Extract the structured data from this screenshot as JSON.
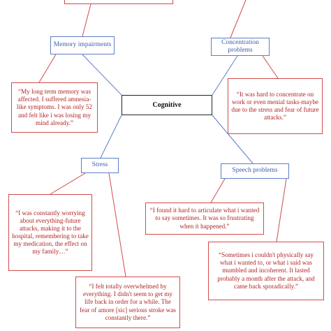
{
  "diagram": {
    "center": {
      "label": "Cognitive"
    },
    "categories": {
      "memory": {
        "label": "Memory impairments"
      },
      "concentration": {
        "label": "Concentration problems"
      },
      "stress": {
        "label": "Stress"
      },
      "speech": {
        "label": "Speech problems"
      }
    },
    "quotes": {
      "memory": "“My long term memory was affected. I suffered amnesia-like symptoms. I was only 52 and felt like i was losing my mind already.”",
      "concentration": "“It was hard to concentrate on work or even menial tasks-maybe due to the stress and fear of future attacks.”",
      "stress_1": "“I was constantly worrying about everything-future attacks, making it to the hospital, remembering to take my medication, the effect on my family…”",
      "stress_2": "“I felt totally overwhelmed by everything. I didn't seem to get my life back in order for a while. The fear of amore [sic] serious stroke was constantly there.”",
      "speech_1": "“I found it hard to articulate what i wanted to say sometimes. It was so frustrating when it happened.”",
      "speech_2": "“Sometimes i couldn't physically say what i wanted to, or what i said was mumbled and incoherent. It lasted probably a month after the attack, and came back sporadically.”"
    },
    "colors": {
      "category": "#5b7ec8",
      "quote": "#d24a4a",
      "center": "#222222"
    }
  }
}
